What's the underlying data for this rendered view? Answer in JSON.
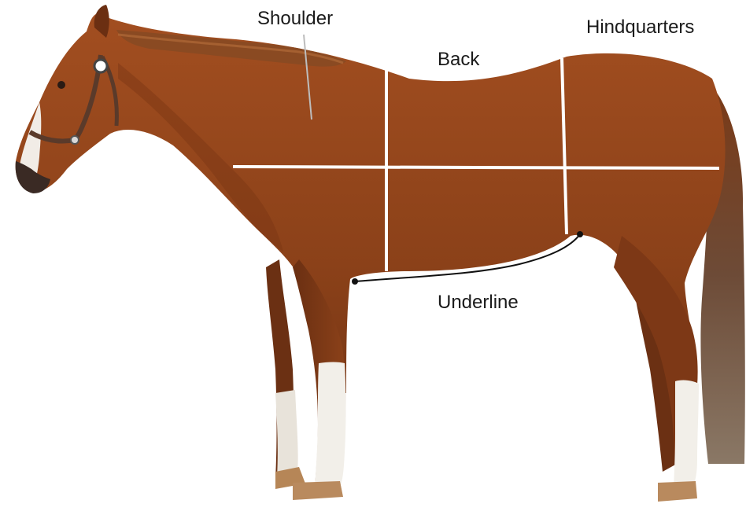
{
  "labels": {
    "shoulder": "Shoulder",
    "back": "Back",
    "hindquarters": "Hindquarters",
    "underline": "Underline"
  },
  "colors": {
    "background": "#ffffff",
    "coat": "#8b4119",
    "coat_dark": "#5e2a0f",
    "coat_light": "#a9572a",
    "mane": "#8a4a22",
    "white_markings": "#f2efe9",
    "hoof": "#b98a5e",
    "tail": "#6a4e3c",
    "division_lines": "#ffffff",
    "underline_curve": "#111111",
    "leader_line": "#bdbdbd",
    "label_text": "#1a1a1a"
  }
}
